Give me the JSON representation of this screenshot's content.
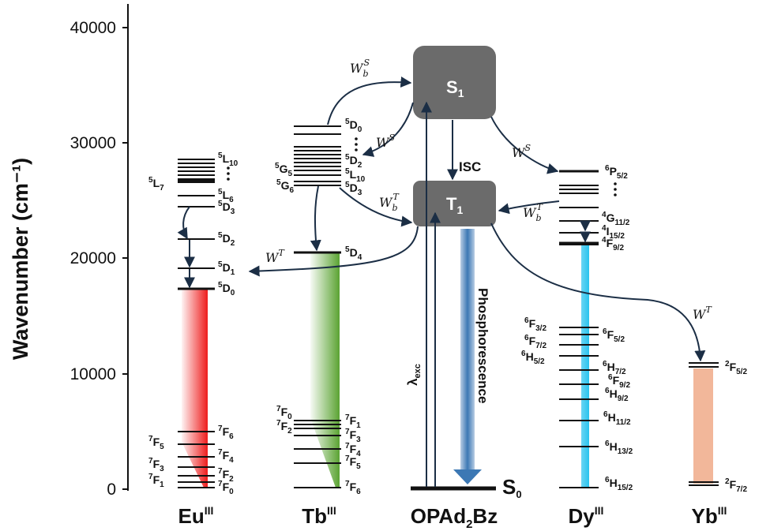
{
  "y_axis": {
    "title": "Wavenumber (cm⁻¹)",
    "ticks": [
      "40000",
      "30000",
      "20000",
      "10000",
      "0"
    ]
  },
  "columns": [
    {
      "id": "eu",
      "base": "Eu",
      "sup": "III"
    },
    {
      "id": "tb",
      "base": "Tb",
      "sup": "III"
    },
    {
      "id": "opad",
      "base": "OPAd",
      "sub": "2",
      "tail": "Bz"
    },
    {
      "id": "dy",
      "base": "Dy",
      "sup": "III"
    },
    {
      "id": "yb",
      "base": "Yb",
      "sup": "III"
    }
  ],
  "states": {
    "s1": {
      "base": "S",
      "sub": "1"
    },
    "t1": {
      "base": "T",
      "sub": "1"
    },
    "s0": {
      "base": "S",
      "sub": "0"
    },
    "isc": "ISC",
    "lambda_exc": {
      "base": "λ",
      "sub": "exc"
    },
    "phosphorescence": "Phosphorescence"
  },
  "rates": {
    "wbs": {
      "base": "W",
      "sub": "b",
      "sup": "S"
    },
    "ws": {
      "base": "W",
      "sup": "S"
    },
    "wbt": {
      "base": "W",
      "sub": "b",
      "sup": "T"
    },
    "wt": {
      "base": "W",
      "sup": "T"
    }
  },
  "eu_labels": {
    "l10": {
      "pre": "5",
      "base": "L",
      "sub": "10"
    },
    "l7": {
      "pre": "5",
      "base": "L",
      "sub": "7"
    },
    "l6": {
      "pre": "5",
      "base": "L",
      "sub": "6"
    },
    "d3": {
      "pre": "5",
      "base": "D",
      "sub": "3"
    },
    "d2": {
      "pre": "5",
      "base": "D",
      "sub": "2"
    },
    "d1": {
      "pre": "5",
      "base": "D",
      "sub": "1"
    },
    "d0": {
      "pre": "5",
      "base": "D",
      "sub": "0"
    },
    "f6": {
      "pre": "7",
      "base": "F",
      "sub": "6"
    },
    "f5": {
      "pre": "7",
      "base": "F",
      "sub": "5"
    },
    "f4": {
      "pre": "7",
      "base": "F",
      "sub": "4"
    },
    "f3": {
      "pre": "7",
      "base": "F",
      "sub": "3"
    },
    "f2": {
      "pre": "7",
      "base": "F",
      "sub": "2"
    },
    "f1": {
      "pre": "7",
      "base": "F",
      "sub": "1"
    },
    "f0": {
      "pre": "7",
      "base": "F",
      "sub": "0"
    }
  },
  "tb_labels": {
    "d0": {
      "pre": "5",
      "base": "D",
      "sub": "0"
    },
    "g5": {
      "pre": "5",
      "base": "G",
      "sub": "5"
    },
    "d2": {
      "pre": "5",
      "base": "D",
      "sub": "2"
    },
    "l10": {
      "pre": "5",
      "base": "L",
      "sub": "10"
    },
    "g6": {
      "pre": "5",
      "base": "G",
      "sub": "6"
    },
    "d3": {
      "pre": "5",
      "base": "D",
      "sub": "3"
    },
    "d4": {
      "pre": "5",
      "base": "D",
      "sub": "4"
    },
    "f0": {
      "pre": "7",
      "base": "F",
      "sub": "0"
    },
    "f1": {
      "pre": "7",
      "base": "F",
      "sub": "1"
    },
    "f2": {
      "pre": "7",
      "base": "F",
      "sub": "2"
    },
    "f3": {
      "pre": "7",
      "base": "F",
      "sub": "3"
    },
    "f4": {
      "pre": "7",
      "base": "F",
      "sub": "4"
    },
    "f5": {
      "pre": "7",
      "base": "F",
      "sub": "5"
    },
    "f6": {
      "pre": "7",
      "base": "F",
      "sub": "6"
    }
  },
  "dy_labels": {
    "p52": {
      "pre": "6",
      "base": "P",
      "sub": "5/2"
    },
    "g112": {
      "pre": "4",
      "base": "G",
      "sub": "11/2"
    },
    "i152": {
      "pre": "4",
      "base": "I",
      "sub": "15/2"
    },
    "f92u": {
      "pre": "4",
      "base": "F",
      "sub": "9/2"
    },
    "f32": {
      "pre": "6",
      "base": "F",
      "sub": "3/2"
    },
    "f52": {
      "pre": "6",
      "base": "F",
      "sub": "5/2"
    },
    "f72": {
      "pre": "6",
      "base": "F",
      "sub": "7/2"
    },
    "h52": {
      "pre": "6",
      "base": "H",
      "sub": "5/2"
    },
    "h72": {
      "pre": "6",
      "base": "H",
      "sub": "7/2"
    },
    "f92": {
      "pre": "6",
      "base": "F",
      "sub": "9/2"
    },
    "h92": {
      "pre": "6",
      "base": "H",
      "sub": "9/2"
    },
    "h112": {
      "pre": "6",
      "base": "H",
      "sub": "11/2"
    },
    "h132": {
      "pre": "6",
      "base": "H",
      "sub": "13/2"
    },
    "h152": {
      "pre": "6",
      "base": "H",
      "sub": "15/2"
    }
  },
  "yb_labels": {
    "f52": {
      "pre": "2",
      "base": "F",
      "sub": "5/2"
    },
    "f72": {
      "pre": "2",
      "base": "F",
      "sub": "7/2"
    }
  },
  "colors": {
    "eu_band": "#ee1c1c",
    "tb_band": "#5aa332",
    "dy_band": "#29c3ee",
    "yb_band": "#f2b79a",
    "phos_arrow": "#3c78b4",
    "state_box": "#6b6b6b",
    "arrow": "#1b2e45"
  }
}
